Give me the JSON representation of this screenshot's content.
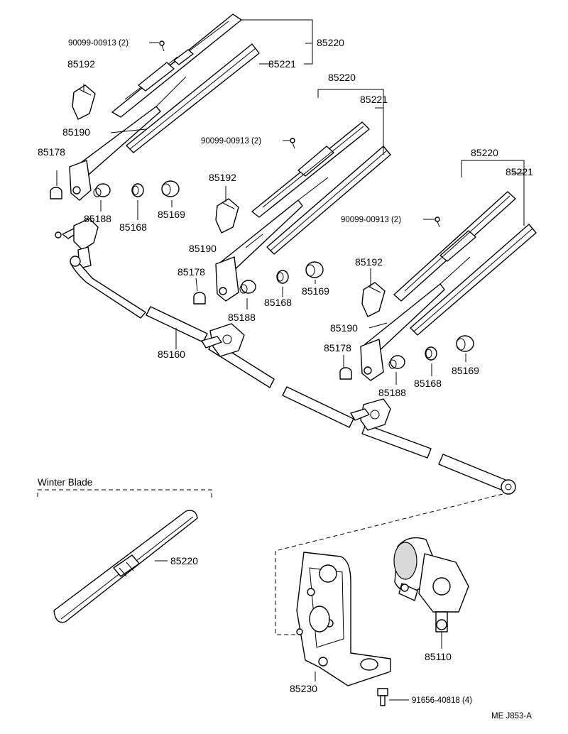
{
  "labels": {
    "upper_screw": "90099-00913 (2)",
    "upper_blade": "85220",
    "upper_rubber": "85221",
    "upper_cap": "85192",
    "upper_arm": "85190",
    "upper_nut": "85178",
    "upper_washer": "85188",
    "upper_bushing": "85168",
    "upper_seal": "85169",
    "mid_blade": "85220",
    "mid_rubber": "85221",
    "mid_screw": "90099-00913 (2)",
    "mid_cap": "85192",
    "mid_arm": "85190",
    "mid_nut": "85178",
    "mid_washer": "85188",
    "mid_bushing": "85168",
    "mid_seal": "85169",
    "right_blade": "85220",
    "right_rubber": "85221",
    "right_screw": "90099-00913 (2)",
    "right_cap": "85192",
    "right_arm": "85190",
    "right_nut": "85178",
    "right_washer": "85188",
    "right_bushing": "85168",
    "right_seal": "85169",
    "linkage": "85160",
    "winter_heading": "Winter Blade",
    "winter_blade": "85220",
    "motor": "85110",
    "bracket": "85230",
    "bolt": "91656-40818 (4)",
    "figure_code": "ME J853-A"
  },
  "colors": {
    "line": "#000000",
    "background": "#ffffff",
    "shade": "#d9d9d9"
  }
}
